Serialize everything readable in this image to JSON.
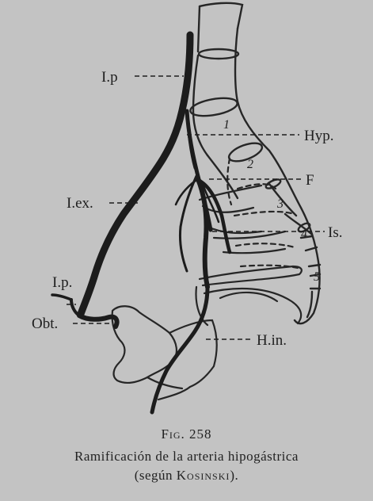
{
  "labels": {
    "ip_top": "I.p",
    "hyp": "Hyp.",
    "f": "F",
    "iex": "I.ex.",
    "is": "Is.",
    "ip_bottom": "I.p.",
    "obt": "Obt.",
    "hin": "H.in."
  },
  "numbers": [
    "1",
    "2",
    "3",
    "4",
    "5"
  ],
  "caption": {
    "fig": "Fig. 258",
    "line1": "Ramificación de la arteria hipogástrica",
    "line2_prefix": "(según ",
    "line2_author": "Kosinski",
    "line2_suffix": ")."
  }
}
